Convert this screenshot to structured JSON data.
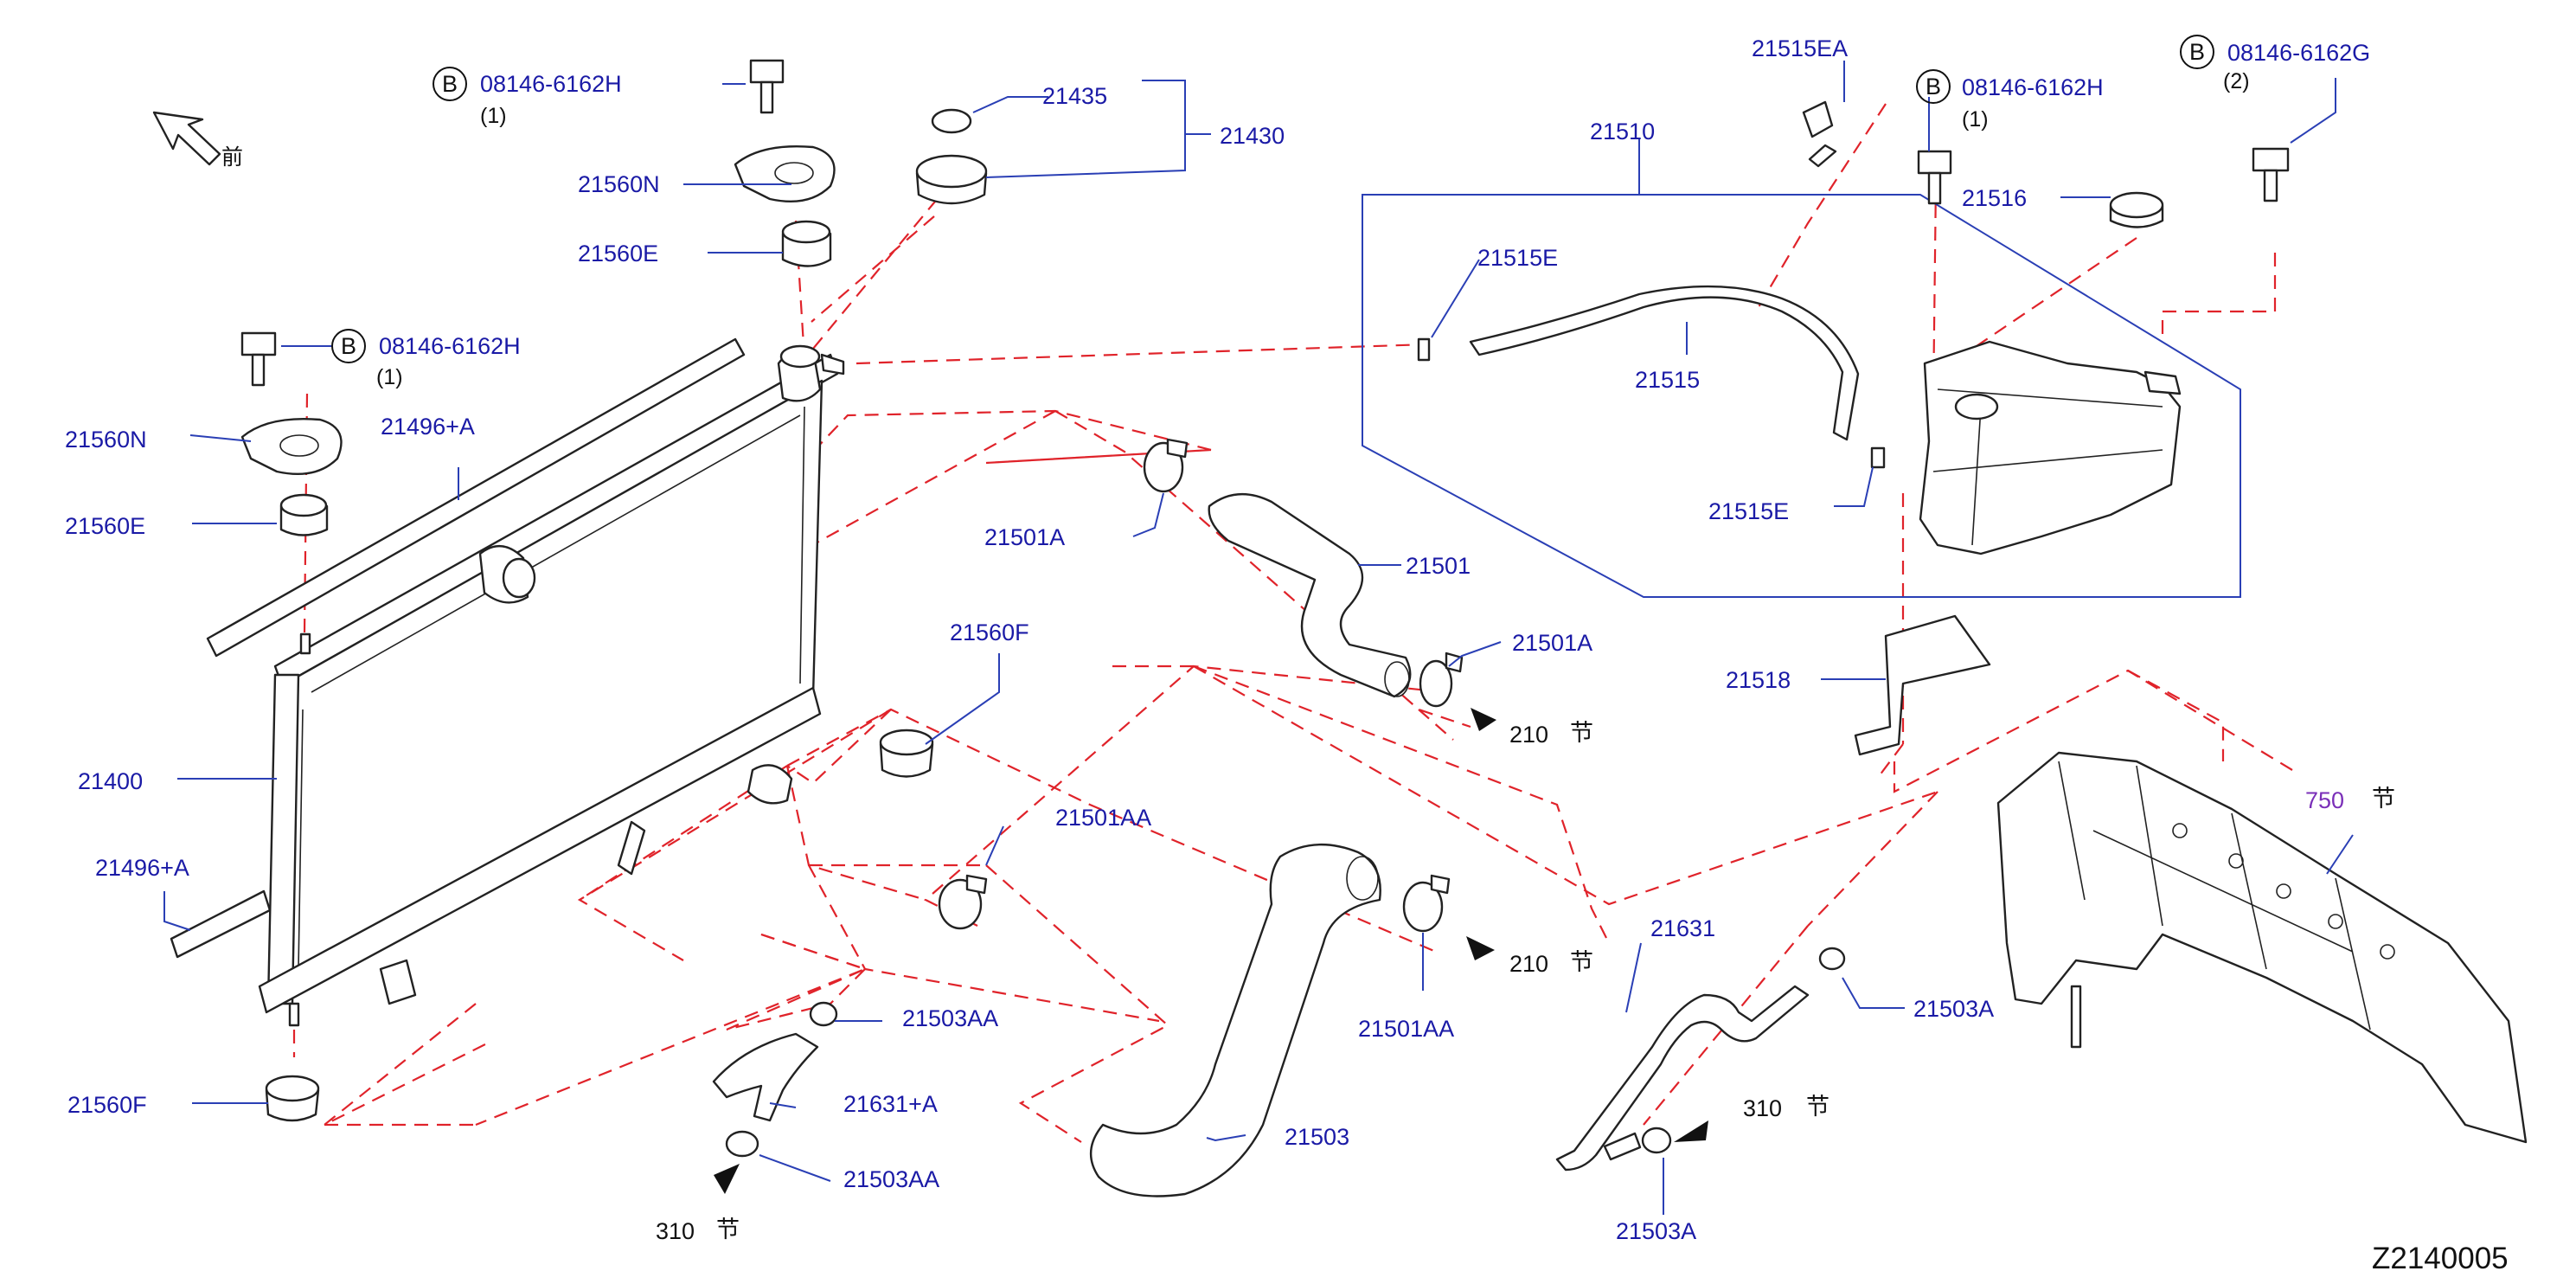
{
  "diagram": {
    "code": "Z2140005",
    "front_label": "前",
    "section_mark": "节",
    "bolt_mark": "B",
    "labels": {
      "p21400": "21400",
      "p21430": "21430",
      "p21435": "21435",
      "p21496a_top": "21496+A",
      "p21496a_bottom": "21496+A",
      "p21501": "21501",
      "p21501a_top": "21501A",
      "p21501a_right": "21501A",
      "p21501aa_top": "21501AA",
      "p21501aa_bottom": "21501AA",
      "p21503": "21503",
      "p21503a_right": "21503A",
      "p21503a_bottom": "21503A",
      "p21503aa_top": "21503AA",
      "p21503aa_bottom": "21503AA",
      "p21510": "21510",
      "p21515": "21515",
      "p21515e_top": "21515E",
      "p21515e_bottom": "21515E",
      "p21515ea": "21515EA",
      "p21516": "21516",
      "p21518": "21518",
      "p21560e_top": "21560E",
      "p21560e_left": "21560E",
      "p21560f_mid": "21560F",
      "p21560f_bottom": "21560F",
      "p21560n_top": "21560N",
      "p21560n_left": "21560N",
      "p21631": "21631",
      "p21631a": "21631+A",
      "bolt_top": "08146-6162H",
      "bolt_top_qty": "(1)",
      "bolt_left": "08146-6162H",
      "bolt_left_qty": "(1)",
      "bolt_tank": "08146-6162H",
      "bolt_tank_qty": "(1)",
      "bolt_right": "08146-6162G",
      "bolt_right_qty": "(2)"
    },
    "refs": {
      "ref210_a": "210",
      "ref210_b": "210",
      "ref310_a": "310",
      "ref310_b": "310",
      "ref750": "750"
    }
  }
}
